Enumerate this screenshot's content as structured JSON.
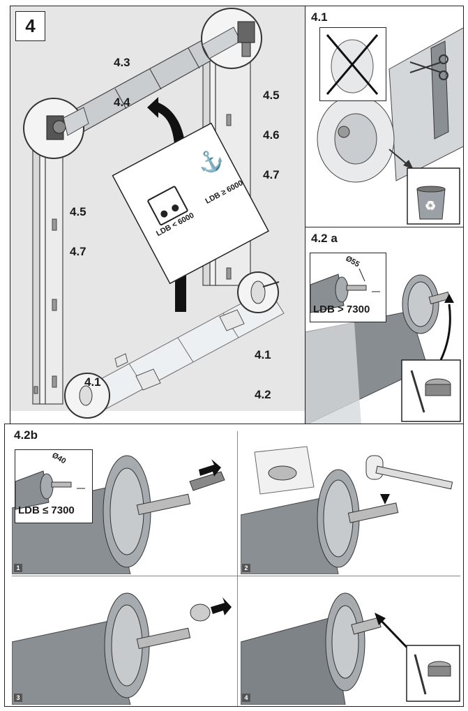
{
  "main_panel": {
    "step_number": "4",
    "labels": {
      "top_center": [
        "4.3",
        "4.4"
      ],
      "top_right": [
        "4.5",
        "4.6",
        "4.7"
      ],
      "left": [
        "4.5",
        "4.7"
      ],
      "right_bottom": [
        "4.1",
        "4.2"
      ],
      "bottom_left": "4.1"
    },
    "sign_forklift": "LDB < 6000",
    "sign_crane": "LDB ≥ 6000"
  },
  "panel_41": {
    "title": "4.1"
  },
  "panel_42a": {
    "title": "4.2 a",
    "diameter": "Ø55",
    "condition": "LDB > 7300"
  },
  "panel_42b": {
    "title": "4.2b",
    "diameter": "Ø40",
    "condition": "LDB ≤ 7300",
    "steps": [
      "1",
      "2",
      "3",
      "4"
    ]
  }
}
